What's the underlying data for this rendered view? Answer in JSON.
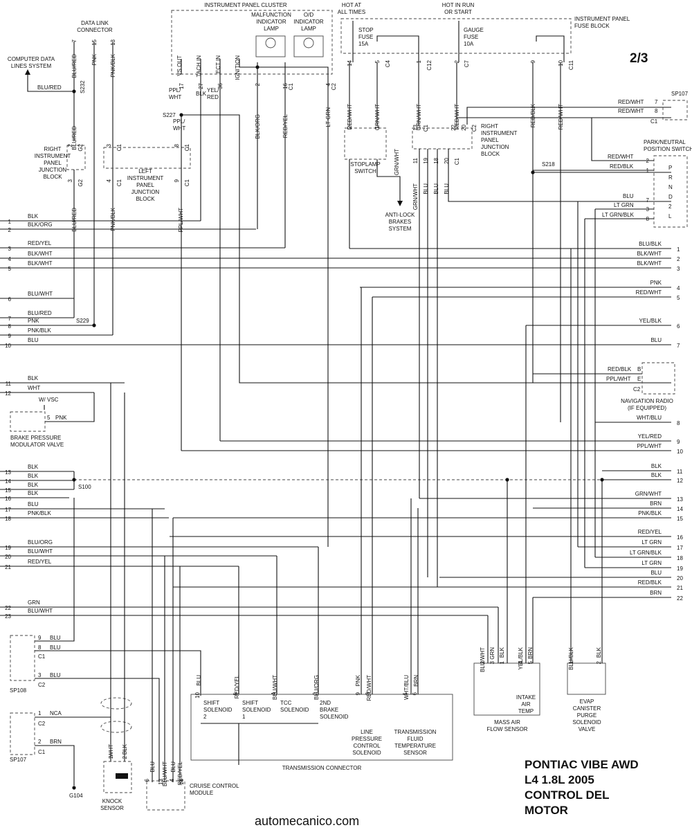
{
  "page_number": "2/3",
  "title_lines": [
    "PONTIAC VIBE AWD",
    "L4 1.8L 2005",
    "CONTROL DEL",
    "MOTOR"
  ],
  "website": "automecanico.com",
  "left_pins": [
    {
      "n": "1",
      "color": "BLK"
    },
    {
      "n": "2",
      "color": "BLK/ORG"
    },
    {
      "n": "3",
      "color": "RED/YEL"
    },
    {
      "n": "4",
      "color": "BLK/WHT"
    },
    {
      "n": "5",
      "color": "BLK/WHT"
    },
    {
      "n": "6",
      "color": "BLU/WHT"
    },
    {
      "n": "7",
      "color": "BLU/RED"
    },
    {
      "n": "8",
      "color": "PNK"
    },
    {
      "n": "9",
      "color": "PNK/BLK"
    },
    {
      "n": "10",
      "color": "BLU"
    },
    {
      "n": "11",
      "color": "BLK"
    },
    {
      "n": "12",
      "color": "WHT"
    },
    {
      "n": "13",
      "color": "BLK"
    },
    {
      "n": "14",
      "color": "BLK"
    },
    {
      "n": "15",
      "color": "BLK"
    },
    {
      "n": "16",
      "color": "BLK"
    },
    {
      "n": "17",
      "color": "BLU"
    },
    {
      "n": "18",
      "color": "PNK/BLK"
    },
    {
      "n": "19",
      "color": "BLU/ORG"
    },
    {
      "n": "20",
      "color": "BLU/WHT"
    },
    {
      "n": "21",
      "color": "RED/YEL"
    },
    {
      "n": "22",
      "color": "GRN"
    },
    {
      "n": "23",
      "color": "BLU/WHT"
    }
  ],
  "right_pins": [
    {
      "n": "1",
      "color": "BLU/BLK"
    },
    {
      "n": "2",
      "color": "BLK/WHT"
    },
    {
      "n": "3",
      "color": "BLK/WHT"
    },
    {
      "n": "4",
      "color": "PNK"
    },
    {
      "n": "5",
      "color": "RED/WHT"
    },
    {
      "n": "6",
      "color": "YEL/BLK"
    },
    {
      "n": "7",
      "color": "BLU"
    },
    {
      "n": "8",
      "color": "WHT/BLU"
    },
    {
      "n": "9",
      "color": "YEL/RED"
    },
    {
      "n": "10",
      "color": "PPL/WHT"
    },
    {
      "n": "11",
      "color": "BLK"
    },
    {
      "n": "12",
      "color": "BLK"
    },
    {
      "n": "13",
      "color": "GRN/WHT"
    },
    {
      "n": "14",
      "color": "BRN"
    },
    {
      "n": "15",
      "color": "PNK/BLK"
    },
    {
      "n": "16",
      "color": "RED/YEL"
    },
    {
      "n": "17",
      "color": "LT GRN"
    },
    {
      "n": "18",
      "color": "LT GRN/BLK"
    },
    {
      "n": "19",
      "color": "LT GRN"
    },
    {
      "n": "20",
      "color": "BLU"
    },
    {
      "n": "21",
      "color": "RED/BLK"
    },
    {
      "n": "22",
      "color": "BRN"
    }
  ],
  "components": {
    "computer_data": [
      "COMPUTER DATA",
      "LINES SYSTEM"
    ],
    "dlc": [
      "DATA LINK",
      "CONNECTOR"
    ],
    "ipc": "INSTRUMENT PANEL CLUSTER",
    "ipc_pins": [
      "VS OUT",
      "TACH IN",
      "ECT IN",
      "IGNITION"
    ],
    "mil": [
      "MALFUNCTION",
      "INDICATOR",
      "LAMP"
    ],
    "od": [
      "O/D",
      "INDICATOR",
      "LAMP"
    ],
    "hot_all": [
      "HOT AT",
      "ALL TIMES"
    ],
    "hot_run": [
      "HOT IN RUN",
      "OR START"
    ],
    "ipfb": [
      "INSTRUMENT PANEL",
      "FUSE BLOCK"
    ],
    "stop_fuse": [
      "STOP",
      "FUSE",
      "15A"
    ],
    "gauge_fuse": [
      "GAUGE",
      "FUSE",
      "10A"
    ],
    "ripjb_left": [
      "RIGHT",
      "INSTRUMENT",
      "PANEL",
      "JUNCTION",
      "BLOCK"
    ],
    "lipjb": [
      "LEFT",
      "INSTRUMENT",
      "PANEL",
      "JUNCTION",
      "BLOCK"
    ],
    "ripjb_right": [
      "RIGHT",
      "INSTRUMENT",
      "PANEL",
      "JUNCTION",
      "BLOCK"
    ],
    "stoplamp": [
      "STOPLAMP",
      "SWITCH"
    ],
    "abs": [
      "ANTI-LOCK",
      "BRAKES",
      "SYSTEM"
    ],
    "sp107_top": "SP107",
    "pnp": [
      "PARK/NEUTRAL",
      "POSITION SWITCH"
    ],
    "pnp_letters": [
      "P",
      "R",
      "N",
      "D",
      "2",
      "L"
    ],
    "nav": [
      "NAVIGATION RADIO",
      "(IF EQUIPPED)"
    ],
    "wvsc": "W/ VSC",
    "bpmv": [
      "BRAKE PRESSURE",
      "MODULATOR VALVE"
    ],
    "sp108": "SP108",
    "sp107_bottom": "SP107",
    "g104": "G104",
    "knock": [
      "KNOCK",
      "SENSOR"
    ],
    "cruise": [
      "CRUISE CONTROL",
      "MODULE"
    ],
    "trans_conn": "TRANSMISSION CONNECTOR",
    "shift2": [
      "SHIFT",
      "SOLENOID",
      "2"
    ],
    "shift1": [
      "SHIFT",
      "SOLENOID",
      "1"
    ],
    "tcc": [
      "TCC",
      "SOLENOID"
    ],
    "brake2": [
      "2ND",
      "BRAKE",
      "SOLENOID"
    ],
    "lpcs": [
      "LINE",
      "PRESSURE",
      "CONTROL",
      "SOLENOID"
    ],
    "tft": [
      "TRANSMISSION",
      "FLUID",
      "TEMPERATURE",
      "SENSOR"
    ],
    "maf": [
      "MASS AIR",
      "FLOW SENSOR"
    ],
    "iat": [
      "INTAKE",
      "AIR",
      "TEMP"
    ],
    "evap": [
      "EVAP",
      "CANISTER",
      "PURGE",
      "SOLENOID",
      "VALVE"
    ]
  },
  "splices": [
    "S232",
    "S227",
    "S229",
    "S100",
    "S218"
  ],
  "wire_labels": {
    "dlc_7": "BLU/RED",
    "dlc_15": "PNK",
    "dlc_13": "PNK/BLK",
    "blured_h": "BLU/RED",
    "s232_below": "BLU/RED",
    "rip_3": "BLU/RED",
    "lip_4": "PNK/BLK",
    "lip_9": "PPL/WHT",
    "ipc_17": "PPL/ WHT",
    "ipc_27": "BLK",
    "ipc_36": "YEL/ RED",
    "ipc_2": "BLK/ORG",
    "ipc_16": "RED/YEL",
    "ipc_4": "LT GRN",
    "ppl_wht_lip": "PPL/ WHT",
    "f14": "RED/WHT",
    "f5": "GRN/WHT",
    "f1": "GRN/WHT",
    "f2": "RED/WHT",
    "f9": "RED/BLK",
    "f10": "RED/WHT",
    "stop_grnwht": "GRN/WHT",
    "rj11": "GRN/WHT",
    "rj19": "BLU",
    "rj18": "BLU",
    "rj20": "BLU",
    "sp107_7": "RED/WHT",
    "sp107_8": "RED/WHT",
    "pnp_2": "RED/WHT",
    "pnp_1": "RED/BLK",
    "pnp_7": "BLU",
    "pnp_3": "LT GRN",
    "pnp_8": "LT GRN/BLK",
    "nav_b": "RED/BLK",
    "nav_e": "PPL/WHT",
    "bpmv_5": "PNK",
    "sp108_9": "BLU",
    "sp108_8": "BLU",
    "sp108_3": "BLU",
    "sp107_1": "NCA",
    "sp107_2": "BRN",
    "knock_wht": "WHT",
    "knock_blk": "BLK",
    "cc_blu": "BLU",
    "cc_bluwht": "BLU/WHT",
    "cc_blu2": "BLU",
    "cc_redyel": "RED/YEL",
    "tc_10": "BLU",
    "tc_5": "RED/YEL",
    "tc_4": "BLU/WHT",
    "tc_2": "BLU/ORG",
    "tc_9": "PNK",
    "tc_3": "RED/WHT",
    "tc_1": "WHT/BLU",
    "tc_6": "BRN",
    "maf_2": "BLU/WHT",
    "maf_3": "GRN",
    "maf_1": "BLK",
    "maf_4": "YEL/BLK",
    "maf_5": "BRN",
    "evap_1": "BLU/BLK",
    "evap_2": "BLK"
  },
  "pin_labels": {
    "dlc": [
      "7",
      "15",
      "13"
    ],
    "rip_top": [
      "2",
      "G2"
    ],
    "rip_bot": [
      "3",
      "G2"
    ],
    "lip_top": [
      "3",
      "C1"
    ],
    "lip_8": [
      "8",
      "C1"
    ],
    "lip_bot": [
      "4",
      "C1"
    ],
    "lip_9": [
      "9",
      "C1"
    ],
    "ipc": [
      "17",
      "27",
      "36",
      "2",
      "16",
      "C1",
      "4",
      "C2"
    ],
    "fuse": [
      "14",
      "5",
      "C4",
      "1",
      "C12",
      "2",
      "C7",
      "9",
      "10",
      "C11"
    ],
    "rj_top": [
      "13",
      "C1",
      "22",
      "20",
      "C2"
    ],
    "rj_bot": [
      "11",
      "19",
      "18",
      "20",
      "C1"
    ],
    "stop": [
      "2",
      "1"
    ],
    "sp107t": [
      "7",
      "8",
      "C1"
    ],
    "pnp": [
      "2",
      "1",
      "7",
      "3",
      "8"
    ],
    "nav": [
      "B",
      "E",
      "C2"
    ],
    "sp108": [
      "9",
      "8",
      "C1",
      "3",
      "C2"
    ],
    "sp107b": [
      "1",
      "C2",
      "2",
      "C1"
    ],
    "knock": [
      "1",
      "2"
    ],
    "cc": [
      "6",
      "13",
      "4",
      "14"
    ],
    "tc": [
      "10",
      "5",
      "4",
      "2",
      "9",
      "3",
      "1",
      "6"
    ],
    "maf": [
      "2",
      "3",
      "1",
      "4",
      "5"
    ],
    "evap": [
      "1",
      "2"
    ],
    "bpmv": "5"
  }
}
